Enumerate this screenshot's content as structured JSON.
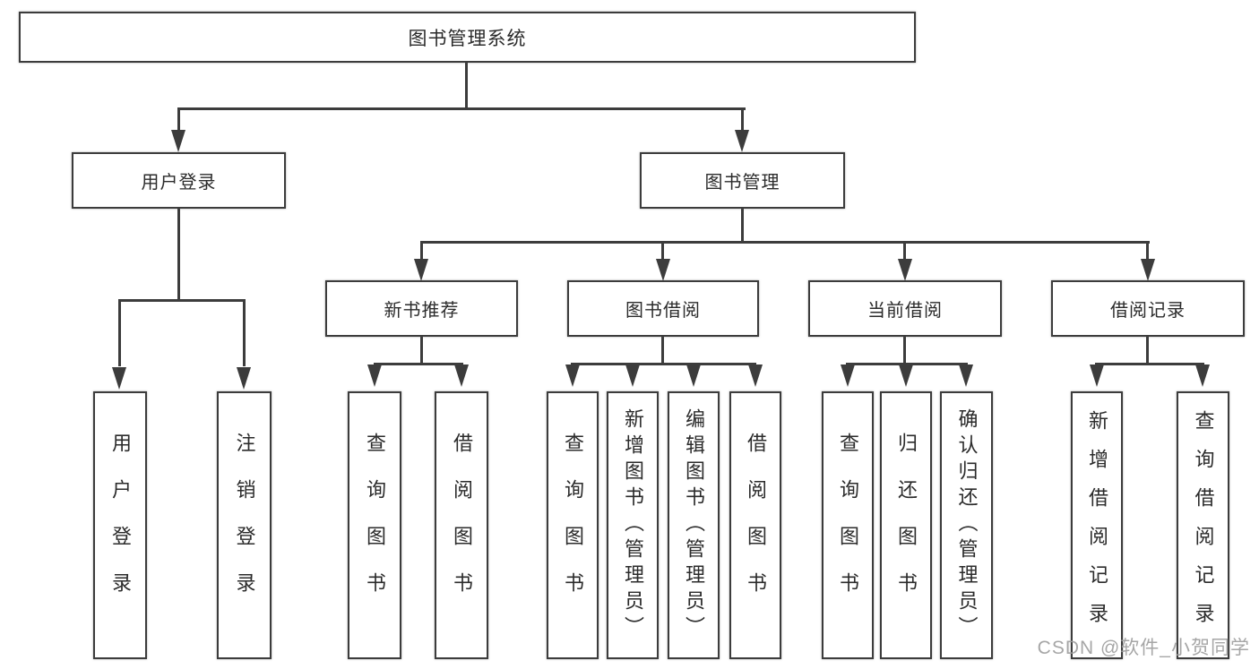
{
  "colors": {
    "background": "#ffffff",
    "box_border": "#3c3c3c",
    "connector_line": "#3c3c3c",
    "text": "#2b2b2b",
    "watermark": "#9e9e9e"
  },
  "nodes": {
    "root": {
      "label": "图书管理系统"
    },
    "user-login": {
      "label": "用户登录"
    },
    "book-mgmt": {
      "label": "图书管理"
    },
    "user-login-leaf": {
      "label": "用户登录"
    },
    "logout-leaf": {
      "label": "注销登录"
    },
    "new-book-rec": {
      "label": "新书推荐"
    },
    "book-borrow": {
      "label": "图书借阅"
    },
    "current-borrow": {
      "label": "当前借阅"
    },
    "borrow-records": {
      "label": "借阅记录"
    },
    "nbr-query-books": {
      "label": "查询图书"
    },
    "nbr-borrow-books": {
      "label": "借阅图书"
    },
    "bb-query-books": {
      "label": "查询图书"
    },
    "bb-add-books": {
      "label": "新增图书（管理员）"
    },
    "bb-edit-books": {
      "label": "编辑图书（管理员）"
    },
    "bb-borrow-books": {
      "label": "借阅图书"
    },
    "cb-query-books": {
      "label": "查询图书"
    },
    "cb-return-books": {
      "label": "归还图书"
    },
    "cb-confirm-return": {
      "label": "确认归还（管理员）"
    },
    "br-add-record": {
      "label": "新增借阅记录"
    },
    "br-query-record": {
      "label": "查询借阅记录"
    }
  },
  "structure": {
    "root": [
      "user-login",
      "book-mgmt"
    ],
    "user-login": [
      "user-login-leaf",
      "logout-leaf"
    ],
    "book-mgmt": [
      "new-book-rec",
      "book-borrow",
      "current-borrow",
      "borrow-records"
    ],
    "new-book-rec": [
      "nbr-query-books",
      "nbr-borrow-books"
    ],
    "book-borrow": [
      "bb-query-books",
      "bb-add-books",
      "bb-edit-books",
      "bb-borrow-books"
    ],
    "current-borrow": [
      "cb-query-books",
      "cb-return-books",
      "cb-confirm-return"
    ],
    "borrow-records": [
      "br-add-record",
      "br-query-record"
    ]
  },
  "watermark": {
    "text": "CSDN @软件_小贺同学"
  }
}
